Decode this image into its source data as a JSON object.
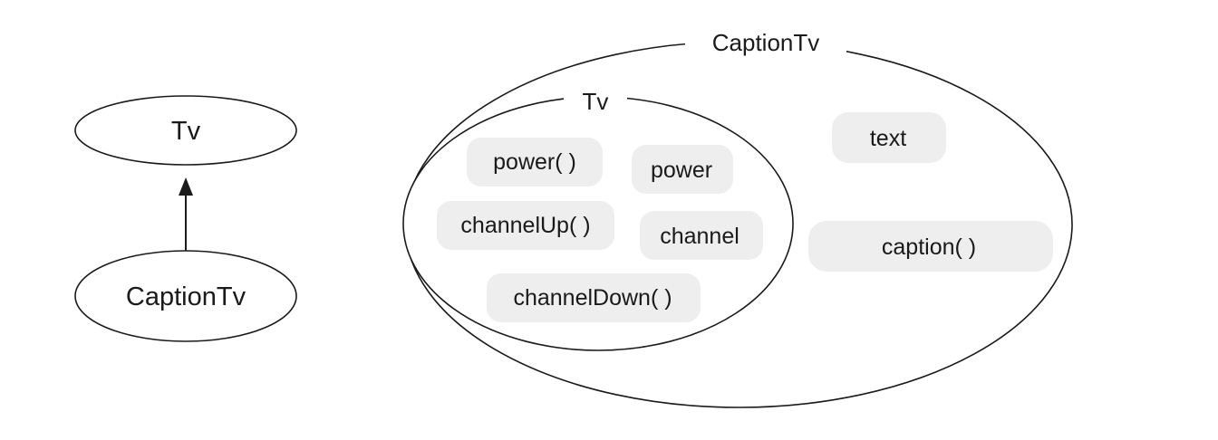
{
  "hierarchy": {
    "parent_class": "Tv",
    "child_class": "CaptionTv"
  },
  "containment": {
    "outer_title": "CaptionTv",
    "inner_title": "Tv",
    "inner_members": [
      "power( )",
      "power",
      "channelUp( )",
      "channel",
      "channelDown( )"
    ],
    "outer_members": [
      "text",
      "caption( )"
    ]
  }
}
